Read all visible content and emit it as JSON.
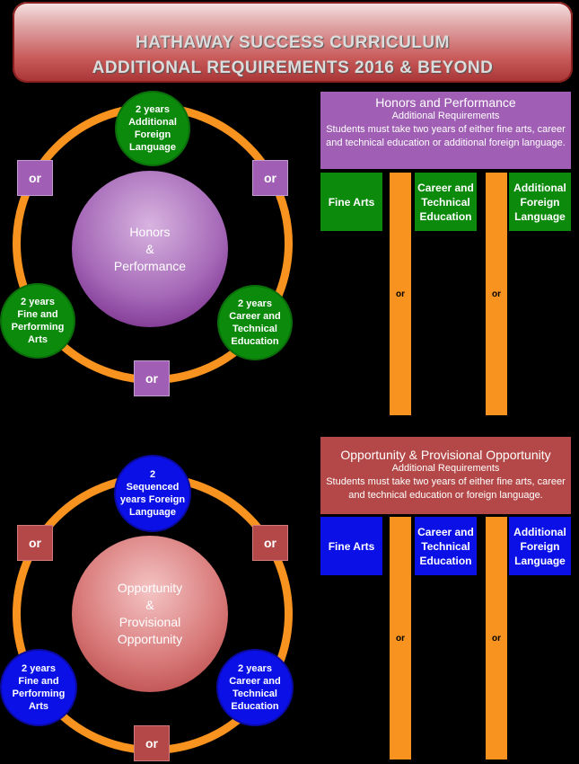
{
  "banner": {
    "line1": "HATHAWAY SUCCESS CURRICULUM",
    "line2": "ADDITIONAL REQUIREMENTS 2016 & BEYOND"
  },
  "colors": {
    "orange": "#f7931e",
    "green": "#0c8a0c",
    "blue": "#0a10e6",
    "purple": "#a05fb4",
    "red": "#b44848"
  },
  "honors": {
    "center": [
      "Honors",
      "&",
      "Performance"
    ],
    "nodes": {
      "top": [
        "2 years",
        "Additional",
        "Foreign",
        "Language"
      ],
      "left": [
        "2 years",
        "Fine and",
        "Performing",
        "Arts"
      ],
      "right": [
        "2 years",
        "Career and",
        "Technical",
        "Education"
      ]
    },
    "or_label": "or",
    "panel": {
      "title": "Honors and Performance",
      "subtitle": "Additional Requirements",
      "desc": "Students must take two years of either fine arts, career and technical education or additional foreign language.",
      "options": [
        "Fine Arts",
        "Career and Technical Education",
        "Additional Foreign Language"
      ],
      "bar_label": "or"
    }
  },
  "opportunity": {
    "center": [
      "Opportunity",
      "&",
      "Provisional",
      "Opportunity"
    ],
    "nodes": {
      "top": [
        "2",
        "Sequenced",
        "years Foreign",
        "Language"
      ],
      "left": [
        "2 years",
        "Fine and",
        "Performing",
        "Arts"
      ],
      "right": [
        "2 years",
        "Career and",
        "Technical",
        "Education"
      ]
    },
    "or_label": "or",
    "panel": {
      "title": "Opportunity & Provisional Opportunity",
      "subtitle": "Additional Requirements",
      "desc": "Students must take two years of either fine arts, career and technical education or foreign language.",
      "options": [
        "Fine Arts",
        "Career and Technical Education",
        "Additional Foreign Language"
      ],
      "bar_label": "or"
    }
  }
}
